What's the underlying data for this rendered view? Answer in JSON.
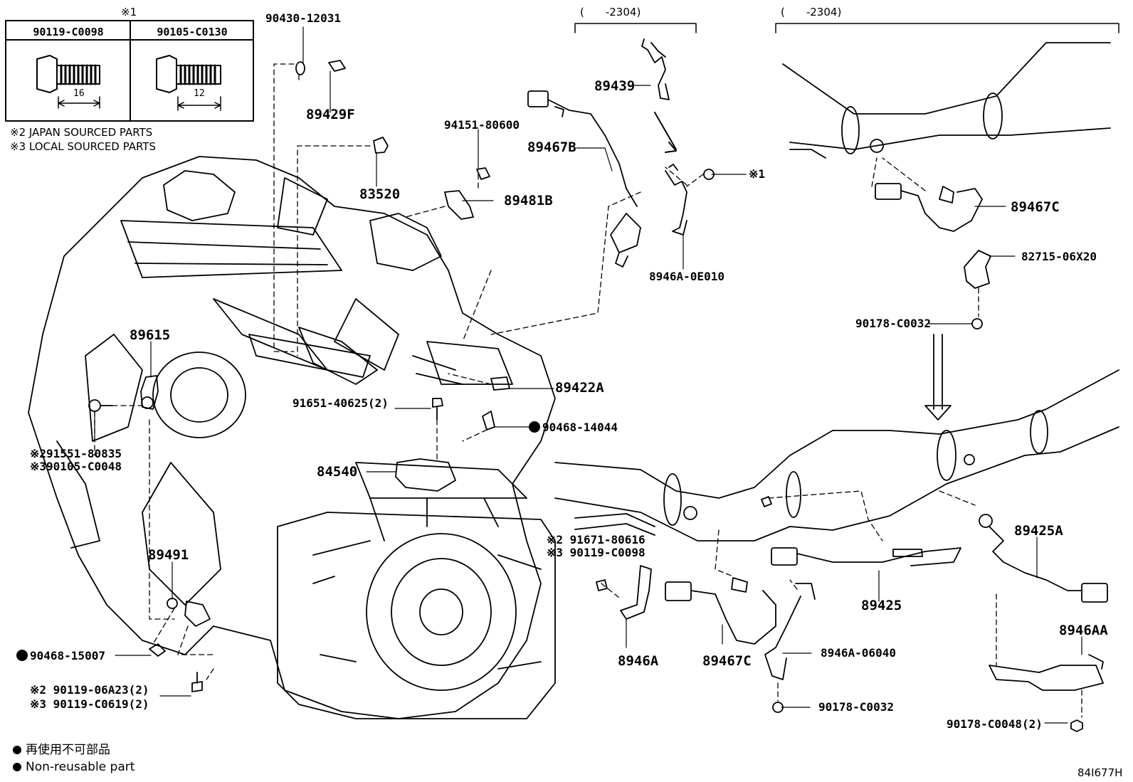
{
  "fastener_table": {
    "header_mark": "※1",
    "columns": [
      {
        "part_no": "90119-C0098",
        "length": "16"
      },
      {
        "part_no": "90105-C0130",
        "length": "12"
      }
    ]
  },
  "notes": {
    "note2": "※2 JAPAN SOURCED PARTS",
    "note3": "※3 LOCAL SOURCED PARTS"
  },
  "date_brackets": {
    "left": "(　　-2304)",
    "right": "(　　-2304)"
  },
  "callouts": {
    "p90430": "90430-12031",
    "p89429F": "89429F",
    "p94151": "94151-80600",
    "p83520": "83520",
    "p89481B": "89481B",
    "p89467B": "89467B",
    "p89439": "89439",
    "p8946A0E010": "8946A-0E010",
    "star1": "※1",
    "p89467C_top": "89467C",
    "p82715": "82715-06X20",
    "p90178_top": "90178-C0032",
    "p89615": "89615",
    "p91551": "※291551-80835",
    "p90105": "※390105-C0048",
    "p91651": "91651-40625(2)",
    "p89422A": "89422A",
    "p90468_14044": "90468-14044",
    "p84540": "84540",
    "p91671": "※2 91671-80616",
    "p90119_c0098": "※3 90119-C0098",
    "p89491": "89491",
    "p90468_15007": "90468-15007",
    "p90119_06a23": "※2 90119-06A23(2)",
    "p90119_c0619": "※3 90119-C0619(2)",
    "p8946A": "8946A",
    "p89467C_bottom": "89467C",
    "p8946A06040": "8946A-06040",
    "p90178_bottom": "90178-C0032",
    "p89425": "89425",
    "p89425A": "89425A",
    "p8946AA": "8946AA",
    "p90178_c0048": "90178-C0048(2)"
  },
  "legend": {
    "jp": "再使用不可部品",
    "en": "Non-reusable part"
  },
  "figure_id": "84I677H"
}
